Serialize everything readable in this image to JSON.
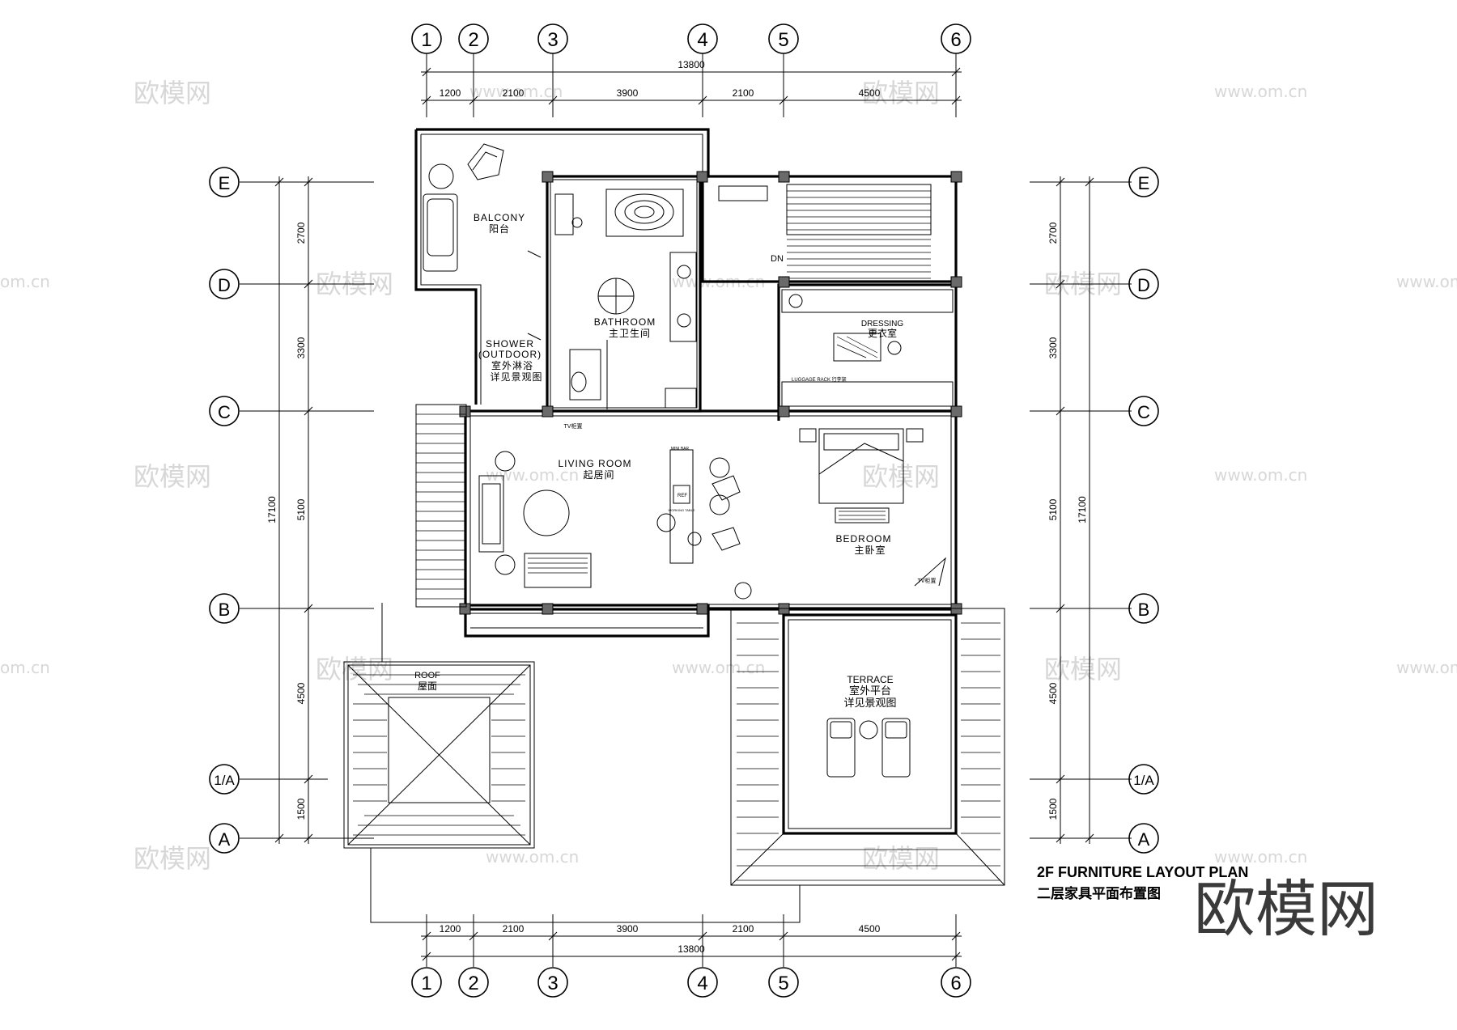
{
  "drawing": {
    "title_en": "2F FURNITURE LAYOUT PLAN",
    "title_cn": "二层家具平面布置图"
  },
  "axes": {
    "columns": [
      "1",
      "2",
      "3",
      "4",
      "5",
      "6"
    ],
    "rows": [
      "E",
      "D",
      "C",
      "B",
      "1/A",
      "A"
    ]
  },
  "dimensions": {
    "horizontal": [
      "1200",
      "2100",
      "3900",
      "2100",
      "4500"
    ],
    "horizontal_total": "13800",
    "vertical": [
      "2700",
      "3300",
      "5100",
      "4500",
      "1500"
    ],
    "vertical_total": "17100"
  },
  "rooms": {
    "balcony_en": "BALCONY",
    "balcony_cn": "阳台",
    "bathroom_en": "BATHROOM",
    "bathroom_cn": "主卫生间",
    "shower_en": "SHOWER",
    "shower_en2": "(OUTDOOR)",
    "shower_cn": "室外淋浴",
    "shower_cn2": "详见景观图",
    "living_en": "LIVING ROOM",
    "living_cn": "起居间",
    "dressing_en": "DRESSING",
    "dressing_cn": "更衣室",
    "bedroom_en": "BEDROOM",
    "bedroom_cn": "主卧室",
    "terrace_en": "TERRACE",
    "terrace_cn": "室外平台",
    "terrace_cn2": "详见景观图",
    "roof_en": "ROOF",
    "roof_cn": "屋面"
  },
  "small_labels": {
    "stair_dn": "DN",
    "tv_shelf_1": "TV柜置",
    "tv_shelf_2": "TV柜置",
    "mini_bar": "MINI BAR",
    "working_table": "WORKING TABLE",
    "luggage_rack": "LUGGAGE RACK 行李架",
    "fridge": "REF"
  },
  "watermarks": {
    "brand_cn": "欧模网",
    "brand_url": "www.om.cn",
    "brand_url_short": "om.cn"
  }
}
